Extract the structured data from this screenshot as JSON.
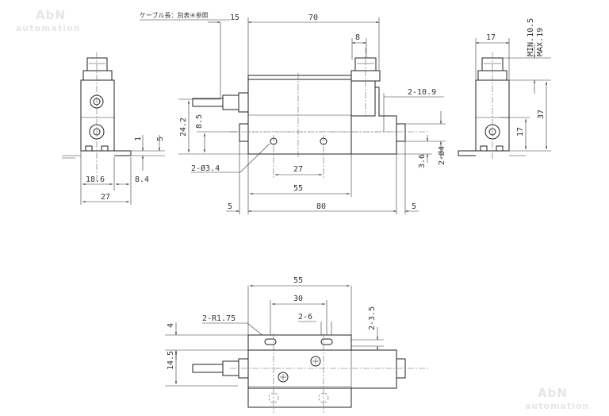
{
  "watermark": {
    "brand": "AbN",
    "sub": "automation"
  },
  "notes": {
    "cable_note": "ケーブル長：別表④参照",
    "bracket_side": "MIN.10.5 MAX.19"
  },
  "front_view": {
    "d15": "15",
    "d70": "70",
    "d8": "8",
    "d2_10_9": "2-10.9",
    "d24_2": "24.2",
    "d8_5": "8.5",
    "d2_dia4": "2-Ø4",
    "d3_6": "3.6",
    "d2_dia3_4": "2-Ø3.4",
    "d27": "27",
    "d55": "55",
    "d5_left": "5",
    "d80": "80",
    "d5_right": "5"
  },
  "left_view": {
    "d1": "1",
    "d5": "5",
    "d18_6": "18.6",
    "d8_4": "8.4",
    "d27": "27"
  },
  "right_view": {
    "d17_top": "17",
    "min_label": "MIN.10.5",
    "max_label": "MAX.19",
    "d37": "37",
    "d17_side": "17"
  },
  "bottom_view": {
    "d55": "55",
    "d30": "30",
    "d2_r1_75": "2-R1.75",
    "d2_6": "2-6",
    "d2_3_5": "2-3.5",
    "d4": "4",
    "d14_5": "14.5"
  }
}
